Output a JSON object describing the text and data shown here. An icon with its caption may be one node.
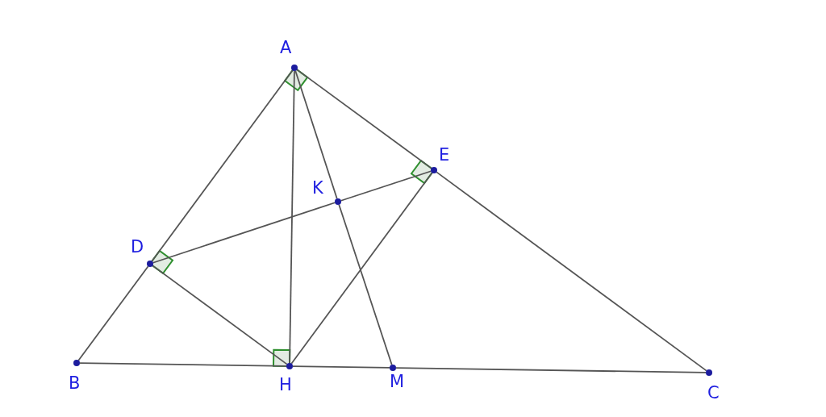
{
  "diagram": {
    "nodes": [
      {
        "text": [
          "A"
        ]
      },
      {
        "text": [
          "B"
        ]
      },
      {
        "text": [
          "C"
        ]
      },
      {
        "text": [
          "D"
        ]
      },
      {
        "text": [
          "E"
        ]
      },
      {
        "text": [
          "H"
        ]
      },
      {
        "text": [
          "K"
        ]
      },
      {
        "text": [
          "M"
        ]
      }
    ],
    "edges": [
      {
        "from": 0,
        "to": 3,
        "arrow": "none"
      },
      {
        "from": 3,
        "to": 1,
        "arrow": "none"
      },
      {
        "from": 1,
        "to": 5,
        "arrow": "none"
      },
      {
        "from": 5,
        "to": 7,
        "arrow": "none"
      },
      {
        "from": 7,
        "to": 2,
        "arrow": "none"
      },
      {
        "from": 0,
        "to": 4,
        "arrow": "none"
      },
      {
        "from": 4,
        "to": 2,
        "arrow": "none"
      },
      {
        "from": 0,
        "to": 5,
        "arrow": "none"
      },
      {
        "from": 0,
        "to": 6,
        "arrow": "none"
      },
      {
        "from": 6,
        "to": 7,
        "arrow": "none"
      },
      {
        "from": 3,
        "to": 6,
        "arrow": "none"
      },
      {
        "from": 6,
        "to": 4,
        "arrow": "none"
      },
      {
        "from": 3,
        "to": 5,
        "arrow": "none"
      },
      {
        "from": 5,
        "to": 4,
        "arrow": "none"
      }
    ]
  }
}
